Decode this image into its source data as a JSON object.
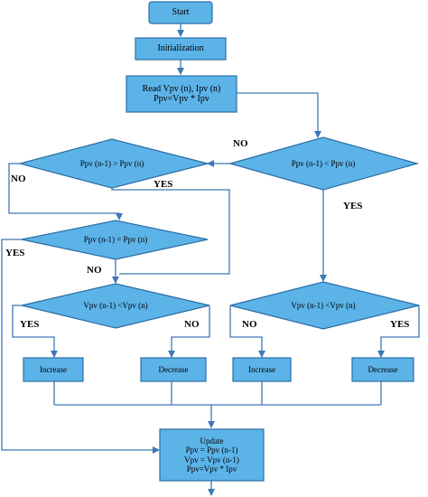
{
  "colors": {
    "fill": "#5cb3e8",
    "stroke": "#2b6ea6",
    "line": "#3d78b8"
  },
  "nodes": {
    "start": "Start",
    "init": "Initialization",
    "read": "Read Vpv (n), Ipv (n)\nPpv=Vpv * Ipv",
    "dec_top_right": "Ppv (n-1) < Ppv (n)",
    "dec_top_left": "Ppv (n-1) > Ppv (n)",
    "dec_equal": "Ppv (n-1) = Ppv (n)",
    "dec_v_left": "Vpv (n-1) <Vpv (n)",
    "dec_v_right": "Vpv (n-1) <Vpv (n)",
    "increase_1": "Increase",
    "decrease_1": "Decrease",
    "increase_2": "Increase",
    "decrease_2": "Decrease",
    "update": "Update\nPpv = Ppv (n-1)\nVpv = Vpv (n-1)\nPpv=Vpv * Ipv"
  },
  "edge_labels": {
    "no_top_right": "NO",
    "no_top_left": "NO",
    "yes_top_left": "YES",
    "yes_top_right": "YES",
    "yes_equal": "YES",
    "no_equal": "NO",
    "yes_v_left": "YES",
    "no_v_left": "NO",
    "no_v_right": "NO",
    "yes_v_right": "YES"
  }
}
